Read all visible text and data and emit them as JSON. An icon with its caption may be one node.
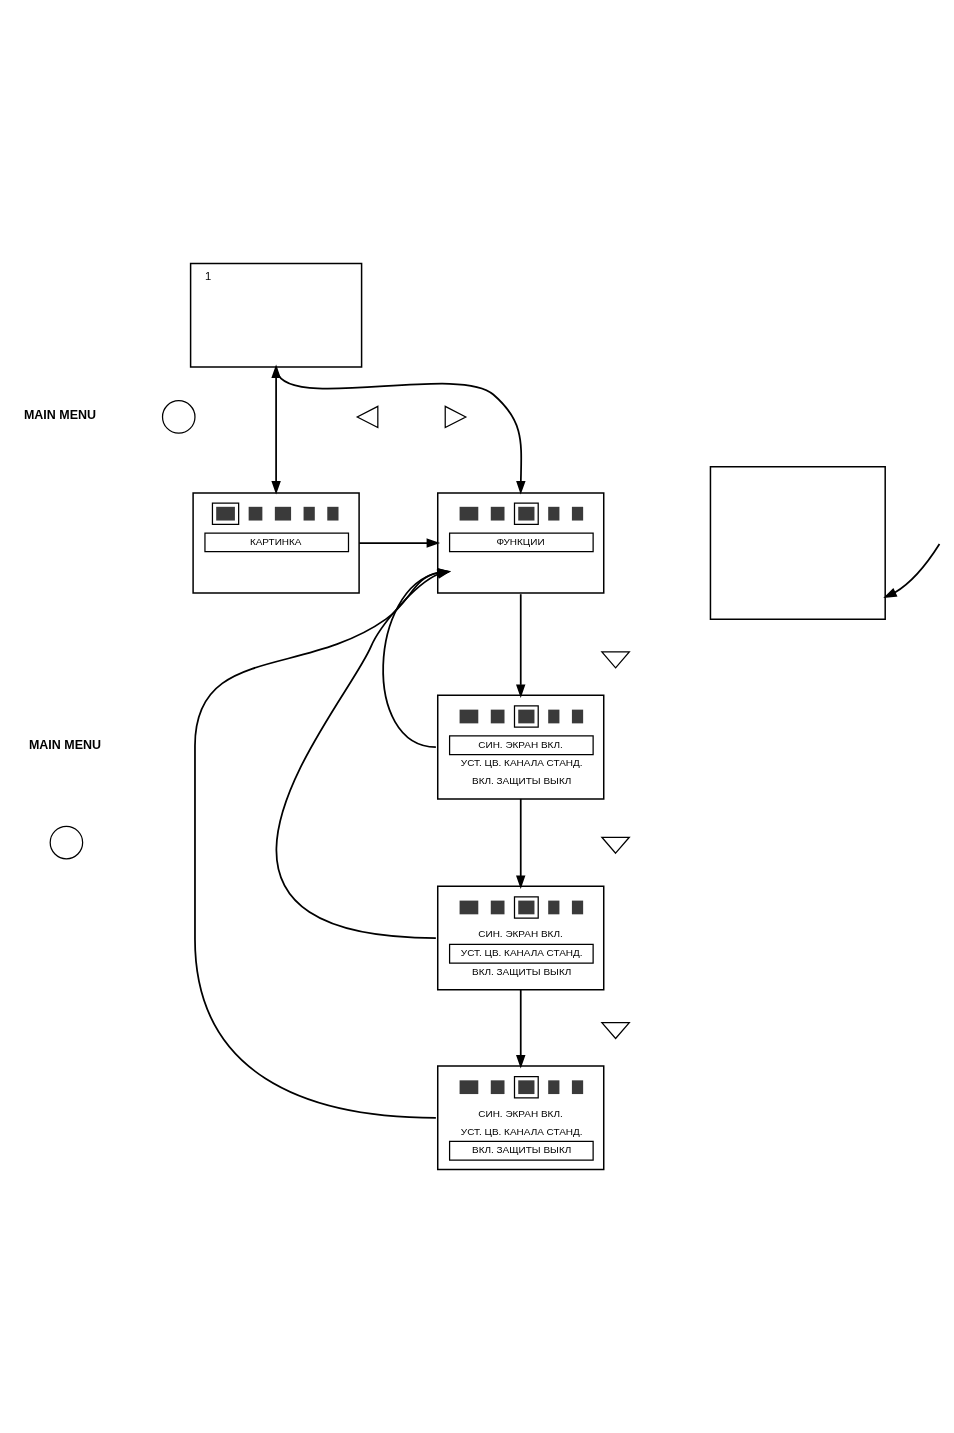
{
  "diagram": {
    "nodes": [
      {
        "text": [
          "1"
        ]
      },
      {
        "text": [],
        "shape": "circle"
      },
      {
        "text": [
          "КАРТИНКА"
        ]
      },
      {
        "text": [],
        "shape": "triangle"
      },
      {
        "text": [],
        "shape": "triangle"
      },
      {
        "text": [
          "ФУНКЦИИ"
        ]
      },
      {
        "text": [],
        "shape": "box"
      },
      {
        "text": [],
        "shape": "triangle"
      },
      {
        "text": [
          "СИН. ЭКРАН ВКЛ.",
          "УСТ. ЦВ. КАНАЛА СТАНД.",
          "ВКЛ. ЗАЩИТЫ ВЫКЛ"
        ]
      },
      {
        "text": [],
        "shape": "circle"
      },
      {
        "text": [],
        "shape": "triangle"
      },
      {
        "text": [
          "СИН. ЭКРАН ВКЛ.",
          "УСТ. ЦВ. КАНАЛА СТАНД.",
          "ВКЛ. ЗАЩИТЫ ВЫКЛ"
        ]
      },
      {
        "text": [],
        "shape": "triangle"
      },
      {
        "text": [
          "СИН. ЭКРАН ВКЛ.",
          "УСТ. ЦВ. КАНАЛА СТАНД.",
          "ВКЛ. ЗАЩИТЫ ВЫКЛ"
        ]
      }
    ],
    "edges": [
      {
        "from": 0,
        "to": 2,
        "arrow": "both"
      },
      {
        "from": 0,
        "to": 5,
        "arrow": "to"
      },
      {
        "from": 2,
        "to": 5,
        "arrow": "to"
      },
      {
        "from": 5,
        "to": 8,
        "arrow": "to"
      },
      {
        "from": 8,
        "to": 11,
        "arrow": "to"
      },
      {
        "from": 11,
        "to": 13,
        "arrow": "to"
      },
      {
        "from": 8,
        "to": 5,
        "arrow": "to"
      },
      {
        "from": 11,
        "to": 5,
        "arrow": "to"
      },
      {
        "from": 13,
        "to": 5,
        "arrow": "to"
      },
      {
        "from": null,
        "to": 6,
        "arrow": "to"
      }
    ],
    "labels": [
      "MAIN MENU",
      "MAIN MENU"
    ]
  }
}
